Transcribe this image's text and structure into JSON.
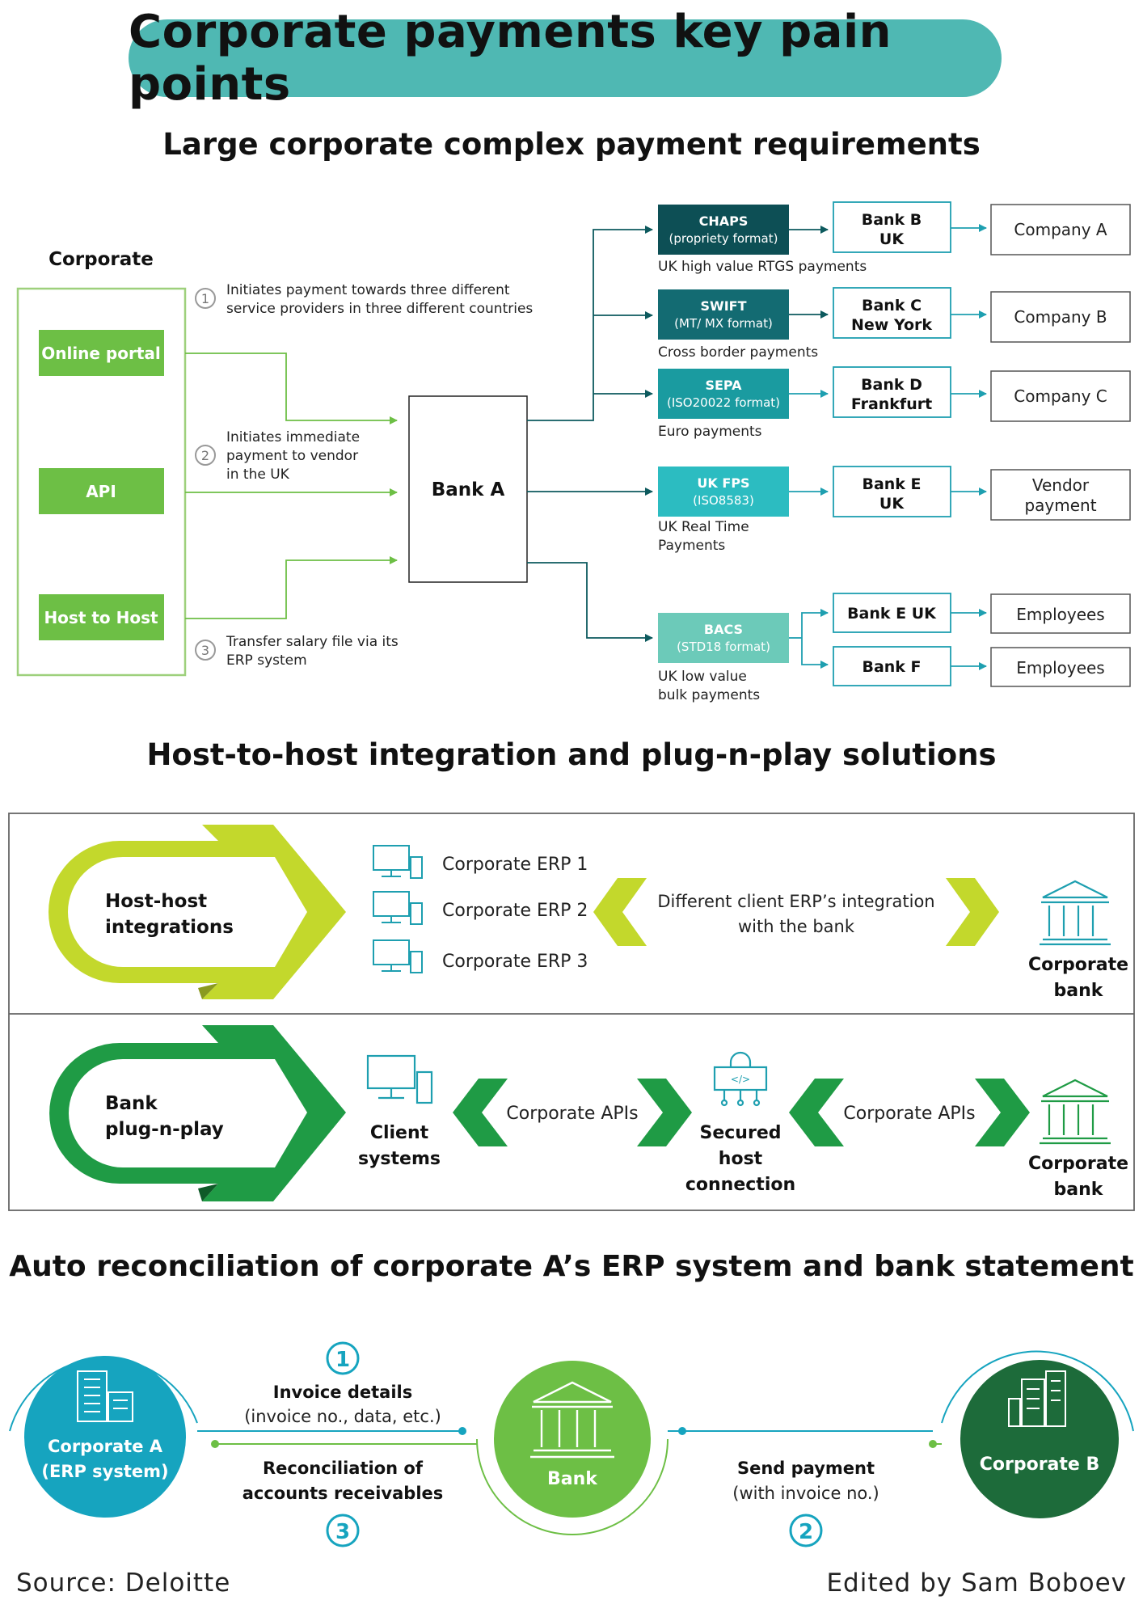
{
  "title": "Corporate payments key pain points",
  "section1": {
    "heading": "Large corporate complex payment requirements",
    "corporate_label": "Corporate",
    "channels": [
      "Online portal",
      "API",
      "Host to Host"
    ],
    "steps": [
      {
        "num": "1",
        "lines": [
          "Initiates payment towards three different",
          "service providers in three different countries"
        ]
      },
      {
        "num": "2",
        "lines": [
          "Initiates immediate",
          "payment to vendor",
          "in the UK"
        ]
      },
      {
        "num": "3",
        "lines": [
          "Transfer salary file via its",
          "ERP system"
        ]
      }
    ],
    "bank_a": "Bank A",
    "rails": [
      {
        "name": "CHAPS",
        "format": "(propriety format)",
        "desc": [
          "UK high value RTGS payments"
        ],
        "color": "#0d4f55"
      },
      {
        "name": "SWIFT",
        "format": "(MT/ MX format)",
        "desc": [
          "Cross border payments"
        ],
        "color": "#136b72"
      },
      {
        "name": "SEPA",
        "format": "(ISO20022 format)",
        "desc": [
          "Euro payments"
        ],
        "color": "#1a9ba0"
      },
      {
        "name": "UK FPS",
        "format": "(ISO8583)",
        "desc": [
          "UK Real Time",
          "Payments"
        ],
        "color": "#2cbcc1"
      },
      {
        "name": "BACS",
        "format": "(STD18 format)",
        "desc": [
          "UK low value",
          "bulk payments"
        ],
        "color": "#6ccab9"
      }
    ],
    "banks": [
      [
        "Bank B",
        "UK"
      ],
      [
        "Bank C",
        "New York"
      ],
      [
        "Bank D",
        "Frankfurt"
      ],
      [
        "Bank E",
        "UK"
      ],
      [
        "Bank E UK"
      ],
      [
        "Bank F"
      ]
    ],
    "recipients": [
      [
        "Company A"
      ],
      [
        "Company B"
      ],
      [
        "Company C"
      ],
      [
        "Vendor",
        "payment"
      ],
      [
        "Employees"
      ],
      [
        "Employees"
      ]
    ]
  },
  "section2": {
    "heading": "Host-to-host integration and plug-n-play solutions",
    "row1": {
      "label": [
        "Host-host",
        "integrations"
      ],
      "erps": [
        "Corporate ERP 1",
        "Corporate ERP 2",
        "Corporate ERP 3"
      ],
      "middle": [
        "Different client ERP’s integration",
        "with the bank"
      ],
      "bank": [
        "Corporate",
        "bank"
      ]
    },
    "row2": {
      "label": [
        "Bank",
        "plug-n-play"
      ],
      "client": [
        "Client",
        "systems"
      ],
      "api_left": "Corporate APIs",
      "secured": [
        "Secured",
        "host",
        "connection"
      ],
      "api_right": "Corporate APIs",
      "bank": [
        "Corporate",
        "bank"
      ]
    }
  },
  "section3": {
    "heading": "Auto reconciliation of corporate A’s ERP system and bank statement",
    "corp_a": [
      "Corporate A",
      "(ERP system)"
    ],
    "bank": "Bank",
    "corp_b": "Corporate B",
    "step1": {
      "num": "1",
      "title": "Invoice details",
      "sub": "(invoice no., data, etc.)"
    },
    "step3": {
      "num": "3",
      "title": [
        "Reconciliation of",
        "accounts receivables"
      ]
    },
    "step2": {
      "num": "2",
      "title": "Send payment",
      "sub": "(with invoice no.)"
    }
  },
  "source": "Source: Deloitte",
  "edited": "Edited by Sam Boboev",
  "colors": {
    "title_pill": "#4fb8b3",
    "green": "#6dbf45",
    "lime": "#c3d82c",
    "dark_green": "#1f9b45",
    "teal": "#16a4bf",
    "corp_b": "#1d6b3a"
  }
}
